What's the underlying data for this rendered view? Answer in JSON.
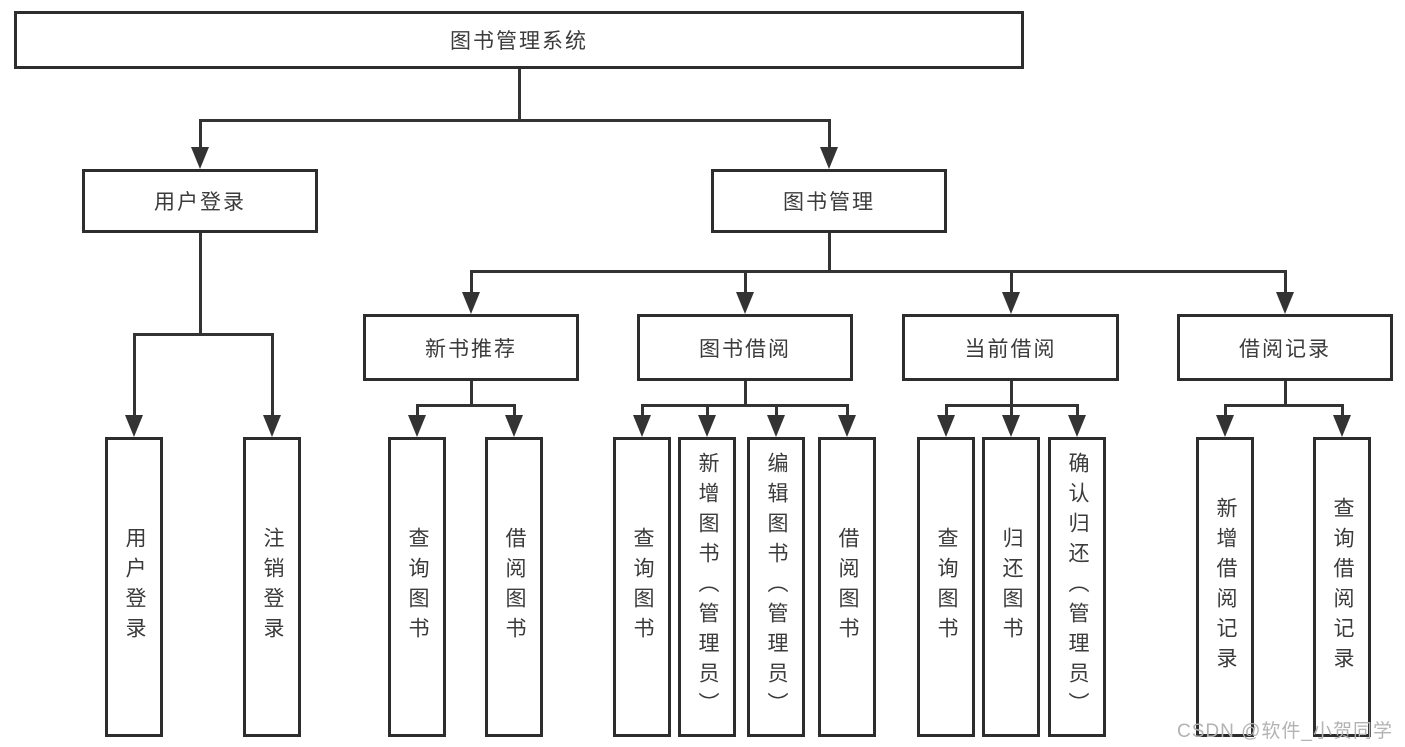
{
  "tree": {
    "root": {
      "label": "图书管理系统"
    },
    "branches": [
      {
        "label": "用户登录",
        "children": [
          {
            "label": "用户登录"
          },
          {
            "label": "注销登录"
          }
        ]
      },
      {
        "label": "图书管理",
        "children": [
          {
            "label": "新书推荐",
            "children": [
              {
                "label": "查询图书"
              },
              {
                "label": "借阅图书"
              }
            ]
          },
          {
            "label": "图书借阅",
            "children": [
              {
                "label": "查询图书"
              },
              {
                "label": "新增图书（管理员）"
              },
              {
                "label": "编辑图书（管理员）"
              },
              {
                "label": "借阅图书"
              }
            ]
          },
          {
            "label": "当前借阅",
            "children": [
              {
                "label": "查询图书"
              },
              {
                "label": "归还图书"
              },
              {
                "label": "确认归还（管理员）"
              }
            ]
          },
          {
            "label": "借阅记录",
            "children": [
              {
                "label": "新增借阅记录"
              },
              {
                "label": "查询借阅记录"
              }
            ]
          }
        ]
      }
    ]
  },
  "watermark": {
    "text": "CSDN @软件_小贺同学"
  },
  "colors": {
    "line": "#333333",
    "box_border": "#2d2d2d",
    "text": "#3b3b3b",
    "watermark": "#b3b3b3",
    "background": "#ffffff"
  }
}
